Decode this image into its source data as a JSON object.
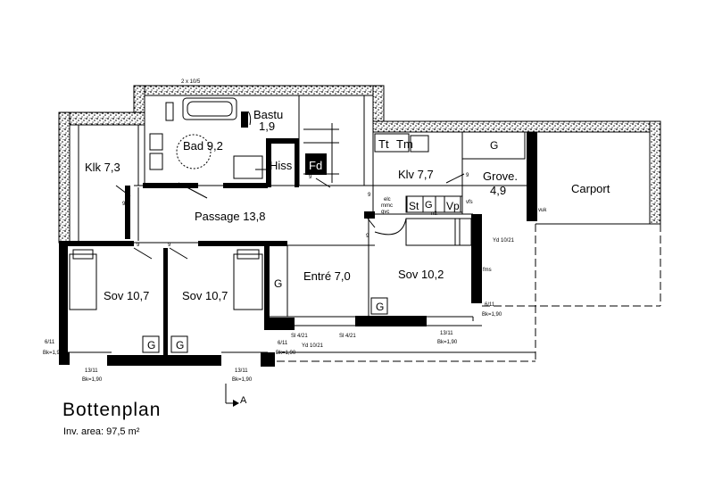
{
  "plan": {
    "title": "Bottenplan",
    "area_label": "Inv. area: 97,5 m²",
    "rooms": {
      "bastu": "Bastu",
      "bastu_area": "1,9",
      "bad": "Bad 9,2",
      "klk": "Klk 7,3",
      "hiss": "Hiss",
      "fd": "Fd",
      "klv": "Klv 7,7",
      "tt": "Tt",
      "tm": "Tm",
      "grove": "Grove.",
      "grove_area": "4,9",
      "carport": "Carport",
      "passage": "Passage 13,8",
      "sov1": "Sov 10,7",
      "sov2": "Sov 10,7",
      "entre": "Entré 7,0",
      "sov3": "Sov 10,2"
    },
    "fixtures": {
      "g": "G",
      "st": "St",
      "vp": "Vp",
      "ntt": "ntt",
      "elc": "elc",
      "mmc": "mmc",
      "gvc": "gvc",
      "vfs": "vfs",
      "vuk": "vuk",
      "fms": "fms",
      "nine": "9"
    },
    "annotations": {
      "window_top": "2 x 10/5",
      "yd_right": "Yd 10/21",
      "yd_bottom": "Yd 10/21",
      "si_a": "Sl 4/21",
      "si_b": "Sl 4/21",
      "w_6_11": "6/11",
      "w_6_11_bk": "Bk=1,90",
      "w_13_11": "13/11",
      "w_13_11_bk": "Bk=1,90",
      "section_mark": "A"
    }
  }
}
